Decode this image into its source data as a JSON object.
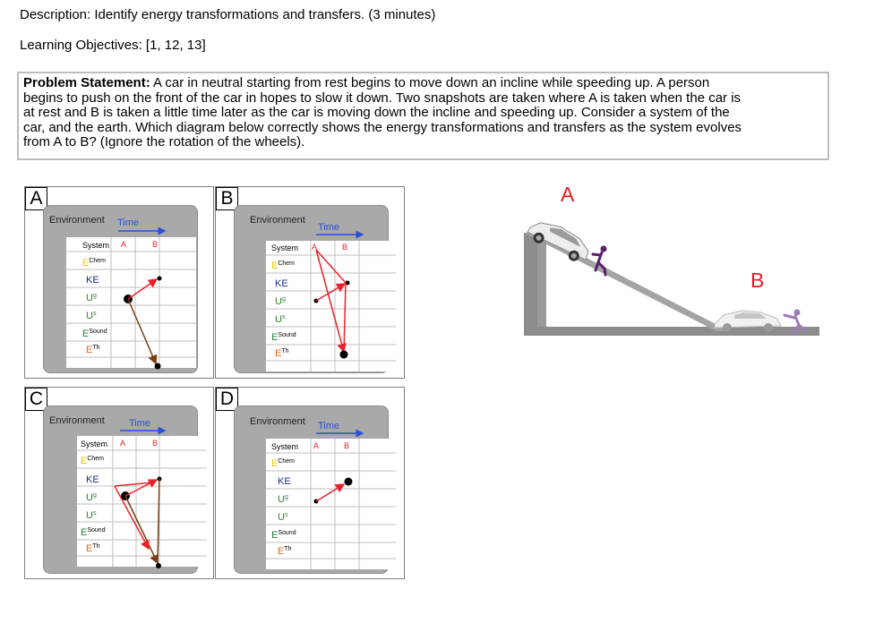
{
  "description": {
    "label": "Description:",
    "text": "Identify energy transformations and transfers. (3 minutes)"
  },
  "learning_objectives": {
    "label": "Learning Objectives:",
    "text": "[1, 12, 13]"
  },
  "problem": {
    "label": "Problem Statement:",
    "line1": "A car in neutral starting from rest begins to move down an incline while speeding up. A person",
    "line2": "begins to push on the front of the car in hopes to slow it down. Two snapshots are taken where A is taken when the car is",
    "line3": "at rest and B is taken a little time later as the car is moving down the incline and speeding up. Consider a system of the",
    "line4": "car, and the earth. Which diagram below correctly shows the energy transformations and transfers as the system evolves",
    "line5": "from A to B? (Ignore the rotation of the wheels)."
  },
  "diagram_labels": {
    "environment": "Environment",
    "time": "Time",
    "system": "System",
    "col_a": "A",
    "col_b": "B",
    "e": "E",
    "chem": "Chem",
    "ke": "KE",
    "u": "U",
    "g": "g",
    "s": "s",
    "sound": "Sound",
    "th": "Th"
  },
  "panels": [
    {
      "letter": "A"
    },
    {
      "letter": "B"
    },
    {
      "letter": "C"
    },
    {
      "letter": "D"
    }
  ],
  "scene": {
    "label_a": "A",
    "label_b": "B"
  },
  "colors": {
    "red_arrow": "#e8222a",
    "brown_arrow": "#7a3d12",
    "time_blue": "#2b4fd6",
    "chem_yellow": "#e6c800",
    "ke_blue": "#1c2a8c",
    "ug_green": "#2f7d2f",
    "sound_green": "#2a7a3a",
    "th_orange": "#e06a10",
    "ramp_gray": "#8c8c8c"
  }
}
